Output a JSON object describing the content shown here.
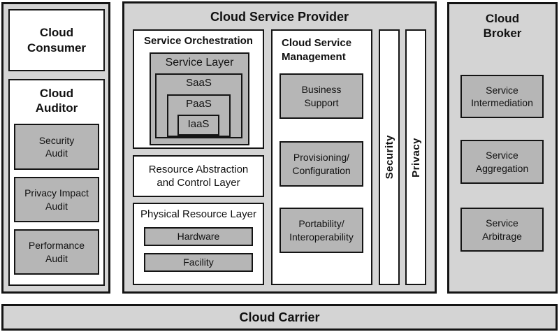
{
  "colors": {
    "panel_bg": "#d4d4d4",
    "box_bg": "#b6b6b6",
    "border": "#141414",
    "white": "#ffffff"
  },
  "consumer": {
    "title": [
      "Cloud",
      "Consumer"
    ]
  },
  "auditor": {
    "title": [
      "Cloud",
      "Auditor"
    ],
    "items": [
      {
        "label": [
          "Security",
          "Audit"
        ]
      },
      {
        "label": [
          "Privacy Impact",
          "Audit"
        ]
      },
      {
        "label": [
          "Performance",
          "Audit"
        ]
      }
    ]
  },
  "provider": {
    "title": "Cloud Service Provider",
    "orchestration": {
      "title": "Service Orchestration",
      "service_layer": {
        "title": "Service Layer",
        "saas": "SaaS",
        "paas": "PaaS",
        "iaas": "IaaS"
      },
      "resource_abstraction": [
        "Resource Abstraction",
        "and Control Layer"
      ],
      "physical": {
        "title": "Physical Resource Layer",
        "hardware": "Hardware",
        "facility": "Facility"
      }
    },
    "management": {
      "title": [
        "Cloud Service",
        "Management"
      ],
      "items": [
        {
          "label": [
            "Business",
            "Support"
          ]
        },
        {
          "label": [
            "Provisioning/",
            "Configuration"
          ]
        },
        {
          "label": [
            "Portability/",
            "Interoperability"
          ]
        }
      ]
    },
    "security_bar": "Security",
    "privacy_bar": "Privacy"
  },
  "broker": {
    "title": [
      "Cloud",
      "Broker"
    ],
    "items": [
      {
        "label": [
          "Service",
          "Intermediation"
        ]
      },
      {
        "label": [
          "Service",
          "Aggregation"
        ]
      },
      {
        "label": [
          "Service",
          "Arbitrage"
        ]
      }
    ]
  },
  "carrier": {
    "title": "Cloud Carrier"
  }
}
